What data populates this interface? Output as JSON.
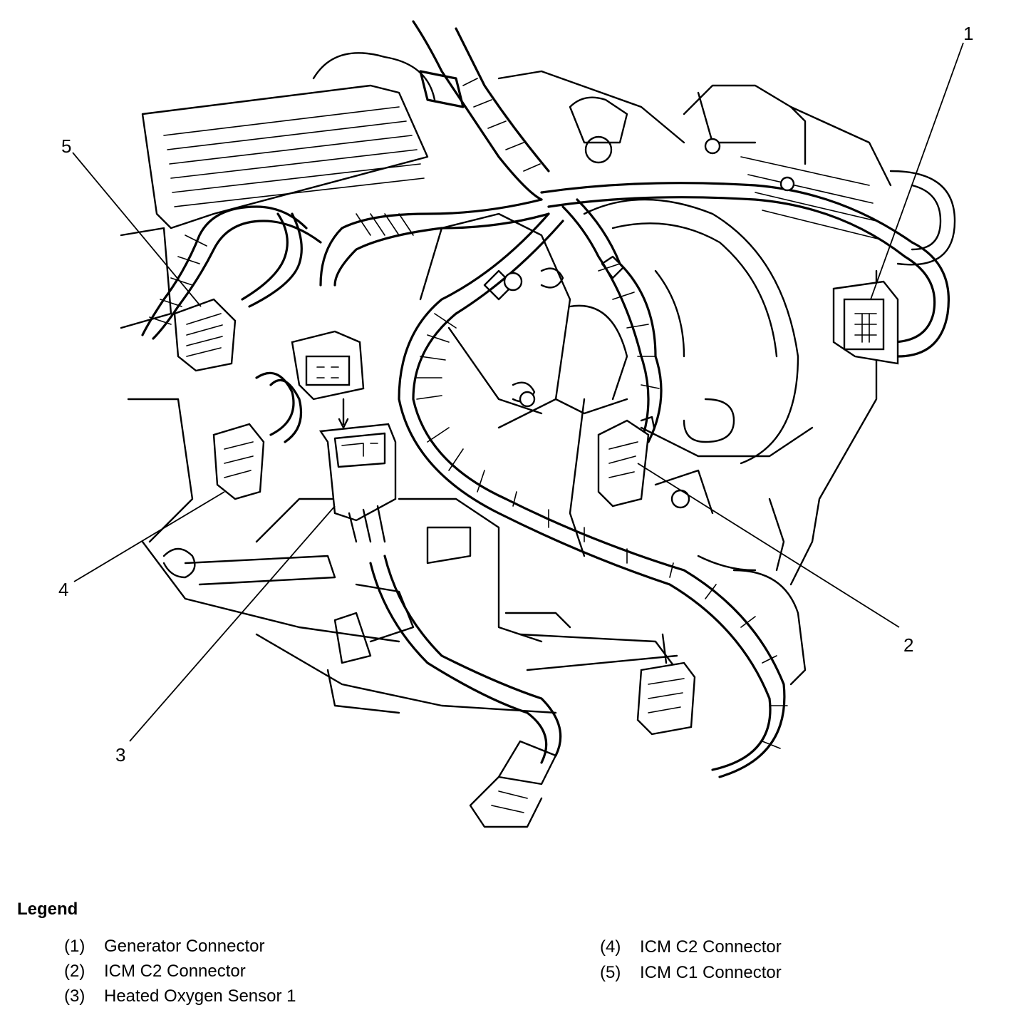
{
  "callouts": [
    {
      "id": "1",
      "label": "1"
    },
    {
      "id": "2",
      "label": "2"
    },
    {
      "id": "3",
      "label": "3"
    },
    {
      "id": "4",
      "label": "4"
    },
    {
      "id": "5",
      "label": "5"
    }
  ],
  "legend": {
    "heading": "Legend",
    "items": [
      {
        "num": "(1)",
        "text": "Generator Connector"
      },
      {
        "num": "(2)",
        "text": "ICM C2 Connector"
      },
      {
        "num": "(3)",
        "text": "Heated Oxygen Sensor 1"
      },
      {
        "num": "(4)",
        "text": "ICM C2 Connector"
      },
      {
        "num": "(5)",
        "text": "ICM C1 Connector"
      }
    ]
  },
  "colors": {
    "ink": "#000000",
    "paper": "#ffffff"
  }
}
